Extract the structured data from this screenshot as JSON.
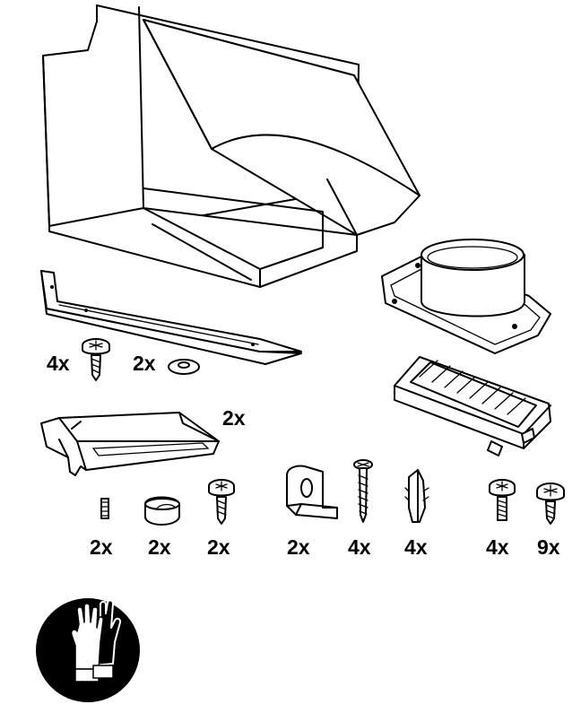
{
  "quantities": {
    "bracket_screws": "4x",
    "bracket_washers": "2x",
    "clip": "2x",
    "small_pin": "2x",
    "grommet": "2x",
    "clip_screws": "2x",
    "angle_brackets": "2x",
    "wood_screws": "4x",
    "wall_plugs": "4x",
    "machine_screws": "4x",
    "tapping_screws": "9x"
  },
  "icons": {
    "gloves": "wear-protective-gloves-icon"
  },
  "colors": {
    "line": "#000000",
    "background": "#ffffff"
  }
}
